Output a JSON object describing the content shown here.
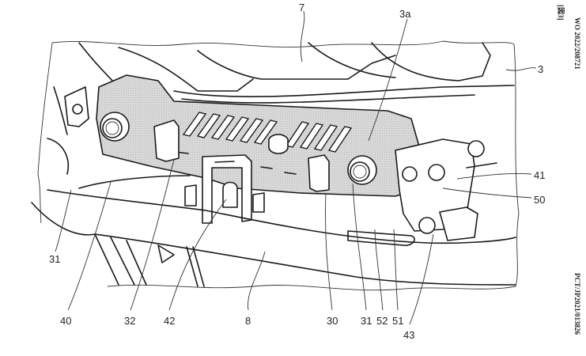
{
  "figure": {
    "label": "[図3]",
    "publication_number": "WO 2022/208721",
    "application_number": "PCT/JP2021/013826"
  },
  "reference_numerals": {
    "r7": "7",
    "r3a": "3a",
    "r3": "3",
    "r41": "41",
    "r50": "50",
    "r31_left": "31",
    "r40": "40",
    "r32": "32",
    "r42": "42",
    "r8": "8",
    "r30": "30",
    "r31_right": "31",
    "r52": "52",
    "r51": "51",
    "r43": "43"
  },
  "colors": {
    "line": "#1a1a1a",
    "background": "#ffffff",
    "stipple": "#9a9a9a"
  }
}
